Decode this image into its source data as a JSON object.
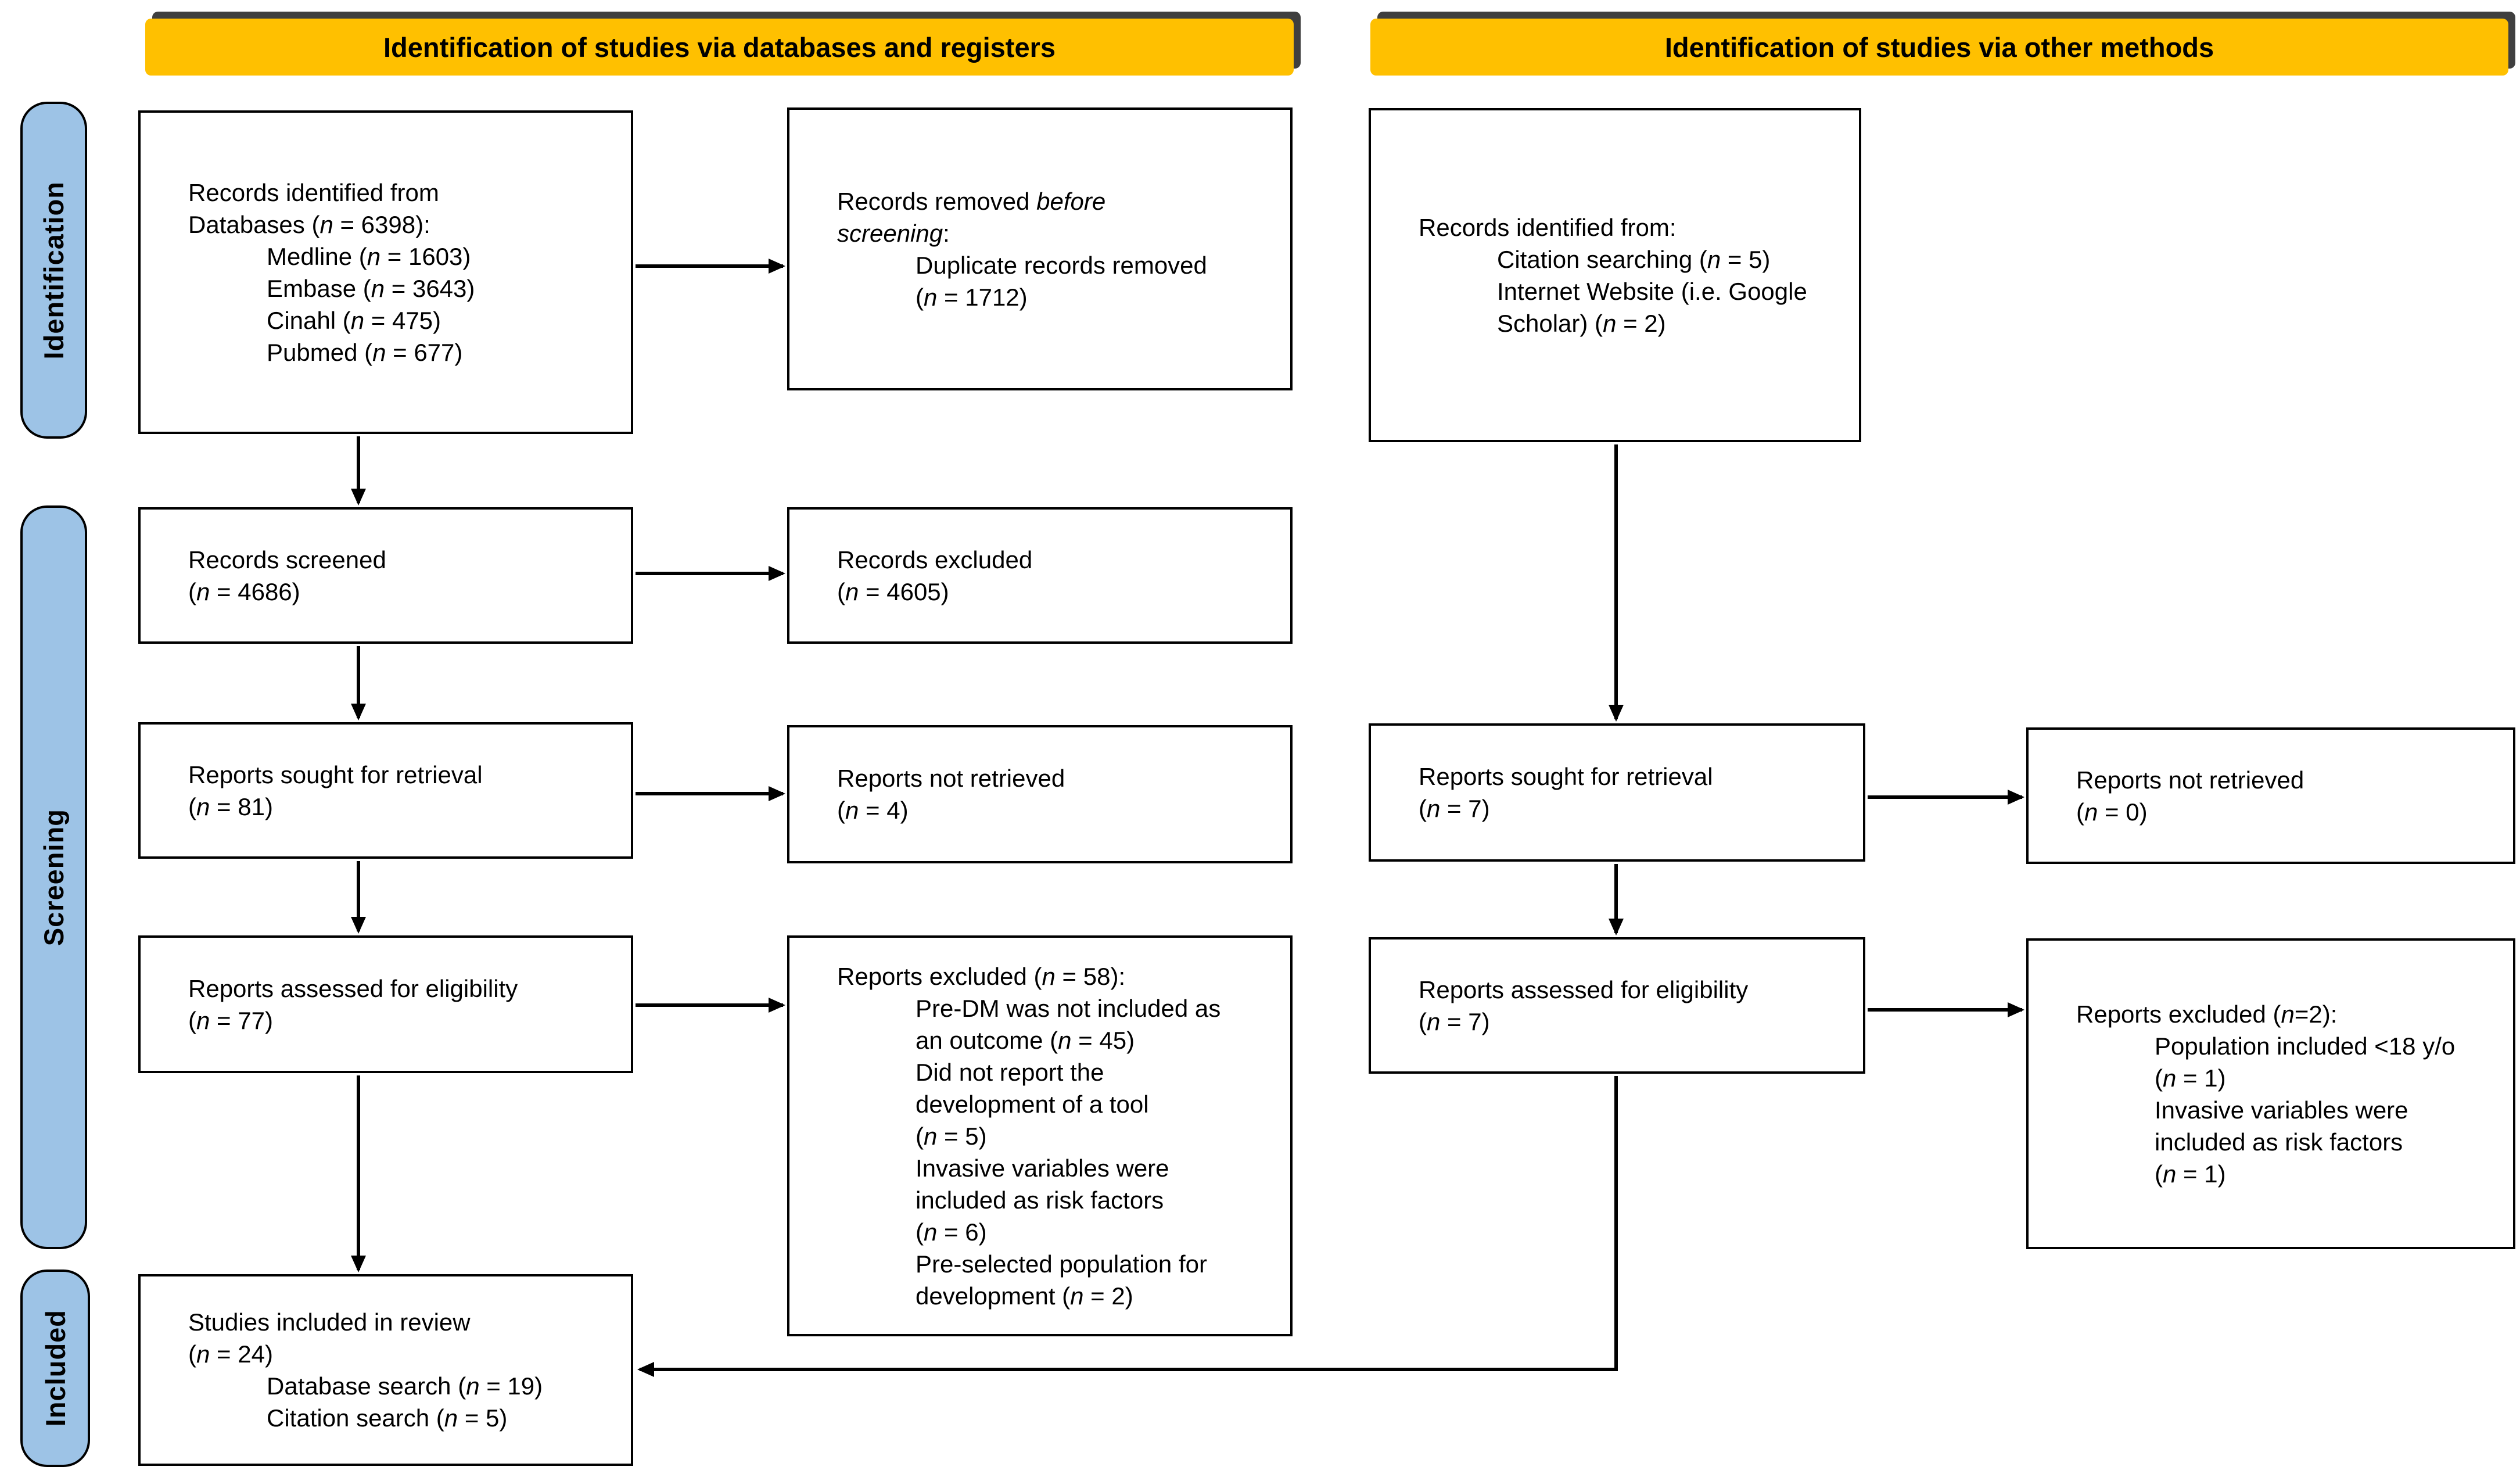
{
  "headers": {
    "left": "Identification of studies via databases and registers",
    "right": "Identification of studies via other methods"
  },
  "sidebars": {
    "identification": "Identification",
    "screening": "Screening",
    "included": "Included"
  },
  "colors": {
    "header_bg": "#FFC000",
    "header_shadow": "#3F3F3F",
    "sidebar_bg": "#9DC3E6",
    "box_border": "#000000",
    "text": "#000000",
    "background": "#FFFFFF"
  },
  "boxes": {
    "a1": {
      "lines": [
        {
          "ind": 0,
          "runs": [
            "Records identified from"
          ]
        },
        {
          "ind": 0,
          "runs": [
            "Databases (",
            [
              "n"
            ],
            " = 6398):"
          ]
        },
        {
          "ind": 1,
          "runs": [
            "Medline (",
            [
              "n"
            ],
            " = 1603)"
          ]
        },
        {
          "ind": 1,
          "runs": [
            "Embase (",
            [
              "n"
            ],
            " = 3643)"
          ]
        },
        {
          "ind": 1,
          "runs": [
            "Cinahl (",
            [
              "n"
            ],
            " = 475)"
          ]
        },
        {
          "ind": 1,
          "runs": [
            "Pubmed (",
            [
              "n"
            ],
            " = 677)"
          ]
        }
      ]
    },
    "b1": {
      "lines": [
        {
          "ind": 0,
          "runs": [
            "Records removed ",
            [
              "before"
            ]
          ]
        },
        {
          "ind": 0,
          "runs": [
            [
              "screening"
            ],
            ":"
          ]
        },
        {
          "ind": 1,
          "runs": [
            "Duplicate records removed"
          ]
        },
        {
          "ind": 1,
          "runs": [
            "(",
            [
              "n"
            ],
            " = 1712)"
          ]
        }
      ]
    },
    "c1": {
      "lines": [
        {
          "ind": 0,
          "runs": [
            "Records identified from:"
          ]
        },
        {
          "ind": 1,
          "runs": [
            "Citation searching (",
            [
              "n"
            ],
            " = 5)"
          ]
        },
        {
          "ind": 1,
          "runs": [
            "Internet Website (i.e. Google"
          ]
        },
        {
          "ind": 1,
          "runs": [
            "Scholar) (",
            [
              "n"
            ],
            " = 2)"
          ]
        }
      ]
    },
    "a2": {
      "lines": [
        {
          "ind": 0,
          "runs": [
            "Records screened"
          ]
        },
        {
          "ind": 0,
          "runs": [
            "(",
            [
              "n"
            ],
            " = 4686)"
          ]
        }
      ]
    },
    "b2": {
      "lines": [
        {
          "ind": 0,
          "runs": [
            "Records excluded"
          ]
        },
        {
          "ind": 0,
          "runs": [
            "(",
            [
              "n"
            ],
            " = 4605)"
          ]
        }
      ]
    },
    "a3": {
      "lines": [
        {
          "ind": 0,
          "runs": [
            "Reports sought for retrieval"
          ]
        },
        {
          "ind": 0,
          "runs": [
            "(",
            [
              "n"
            ],
            " = 81)"
          ]
        }
      ]
    },
    "b3": {
      "lines": [
        {
          "ind": 0,
          "runs": [
            "Reports not retrieved"
          ]
        },
        {
          "ind": 0,
          "runs": [
            "(",
            [
              "n"
            ],
            " = 4)"
          ]
        }
      ]
    },
    "c3": {
      "lines": [
        {
          "ind": 0,
          "runs": [
            "Reports sought for retrieval"
          ]
        },
        {
          "ind": 0,
          "runs": [
            "(",
            [
              "n"
            ],
            " = 7)"
          ]
        }
      ]
    },
    "d3": {
      "lines": [
        {
          "ind": 0,
          "runs": [
            "Reports not retrieved"
          ]
        },
        {
          "ind": 0,
          "runs": [
            "(",
            [
              "n"
            ],
            " = 0)"
          ]
        }
      ]
    },
    "a4": {
      "lines": [
        {
          "ind": 0,
          "runs": [
            "Reports assessed for eligibility"
          ]
        },
        {
          "ind": 0,
          "runs": [
            "(",
            [
              "n"
            ],
            " = 77)"
          ]
        }
      ]
    },
    "b4": {
      "lines": [
        {
          "ind": 0,
          "runs": [
            "Reports excluded (",
            [
              "n"
            ],
            " = 58):"
          ]
        },
        {
          "ind": 1,
          "runs": [
            "Pre-DM was not included as"
          ]
        },
        {
          "ind": 1,
          "runs": [
            "an outcome (",
            [
              "n"
            ],
            " = 45)"
          ]
        },
        {
          "ind": 1,
          "runs": [
            "Did not report the"
          ]
        },
        {
          "ind": 1,
          "runs": [
            "development of a tool"
          ]
        },
        {
          "ind": 1,
          "runs": [
            "(",
            [
              "n"
            ],
            " = 5)"
          ]
        },
        {
          "ind": 1,
          "runs": [
            "Invasive variables were"
          ]
        },
        {
          "ind": 1,
          "runs": [
            "included as risk factors"
          ]
        },
        {
          "ind": 1,
          "runs": [
            "(",
            [
              "n"
            ],
            " = 6)"
          ]
        },
        {
          "ind": 1,
          "runs": [
            "Pre-selected population for"
          ]
        },
        {
          "ind": 1,
          "runs": [
            "development (",
            [
              "n"
            ],
            " = 2)"
          ]
        }
      ]
    },
    "c4": {
      "lines": [
        {
          "ind": 0,
          "runs": [
            "Reports assessed for eligibility"
          ]
        },
        {
          "ind": 0,
          "runs": [
            "(",
            [
              "n"
            ],
            " = 7)"
          ]
        }
      ]
    },
    "d4": {
      "lines": [
        {
          "ind": 0,
          "runs": [
            "Reports excluded (",
            [
              "n"
            ],
            "=2):"
          ]
        },
        {
          "ind": 1,
          "runs": [
            "Population included <18 y/o"
          ]
        },
        {
          "ind": 1,
          "runs": [
            "(",
            [
              "n"
            ],
            " = 1)"
          ]
        },
        {
          "ind": 1,
          "runs": [
            "Invasive variables were"
          ]
        },
        {
          "ind": 1,
          "runs": [
            "included as risk factors"
          ]
        },
        {
          "ind": 1,
          "runs": [
            "(",
            [
              "n"
            ],
            " = 1)"
          ]
        }
      ]
    },
    "a5": {
      "lines": [
        {
          "ind": 0,
          "runs": [
            "Studies included in review"
          ]
        },
        {
          "ind": 0,
          "runs": [
            "(",
            [
              "n"
            ],
            " = 24)"
          ]
        },
        {
          "ind": 1,
          "runs": [
            "Database search (",
            [
              "n"
            ],
            " = 19)"
          ]
        },
        {
          "ind": 1,
          "runs": [
            "Citation search (",
            [
              "n"
            ],
            " = 5)"
          ]
        }
      ]
    }
  }
}
